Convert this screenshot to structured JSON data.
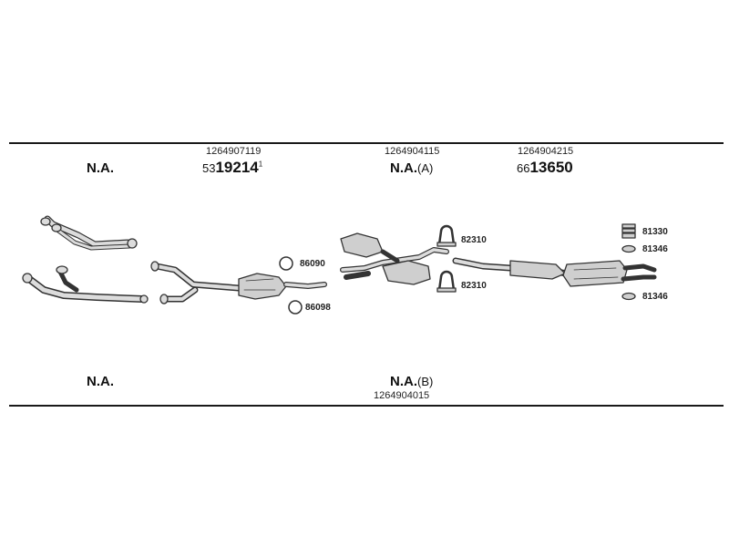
{
  "header": {
    "col1": {
      "label": "N.A."
    },
    "col2": {
      "number": "1264907119",
      "prefix": "53",
      "main": "19214",
      "suffix": "1"
    },
    "col3": {
      "number": "1264904115",
      "label": "N.A.",
      "variant": "(A)"
    },
    "col4": {
      "number": "1264904215",
      "prefix": "66",
      "main": "13650"
    }
  },
  "footer": {
    "col1": {
      "label": "N.A."
    },
    "col3": {
      "label": "N.A.",
      "variant": "(B)",
      "number": "1264904015"
    }
  },
  "parts": {
    "ring_upper": "86090",
    "ring_lower": "86098",
    "clamp_upper": "82310",
    "clamp_lower": "82310",
    "mount_top": "81330",
    "mount_mid": "81346",
    "mount_bottom": "81346"
  },
  "colors": {
    "line": "#1a1a1a",
    "part_fill": "#d9d9d9",
    "part_stroke": "#333333"
  }
}
